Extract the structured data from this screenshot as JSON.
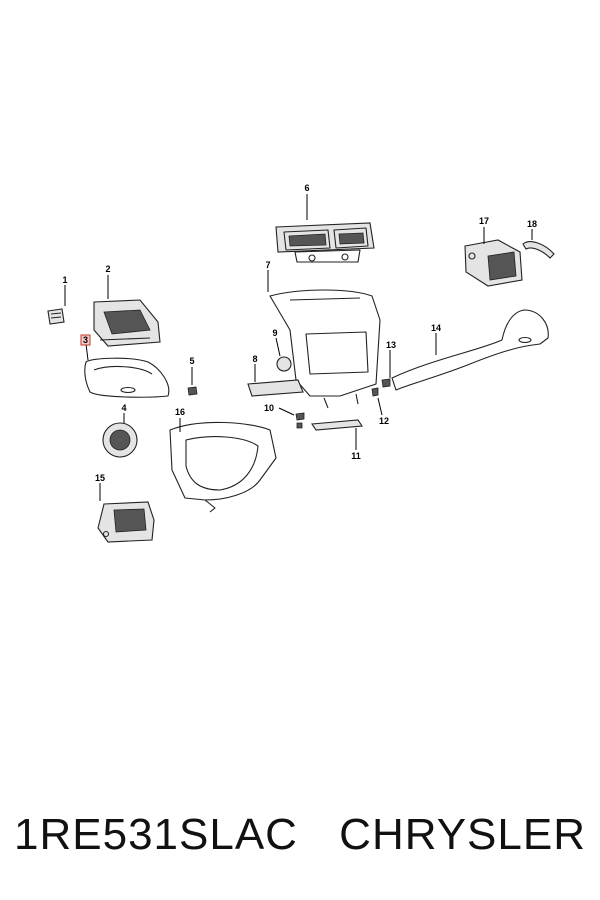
{
  "callouts": [
    "1",
    "2",
    "3",
    "4",
    "5",
    "6",
    "7",
    "8",
    "9",
    "10",
    "11",
    "12",
    "13",
    "14",
    "15",
    "16",
    "17",
    "18"
  ],
  "caption": {
    "part_number": "1RE531SLAC",
    "brand": "CHRYSLER"
  }
}
